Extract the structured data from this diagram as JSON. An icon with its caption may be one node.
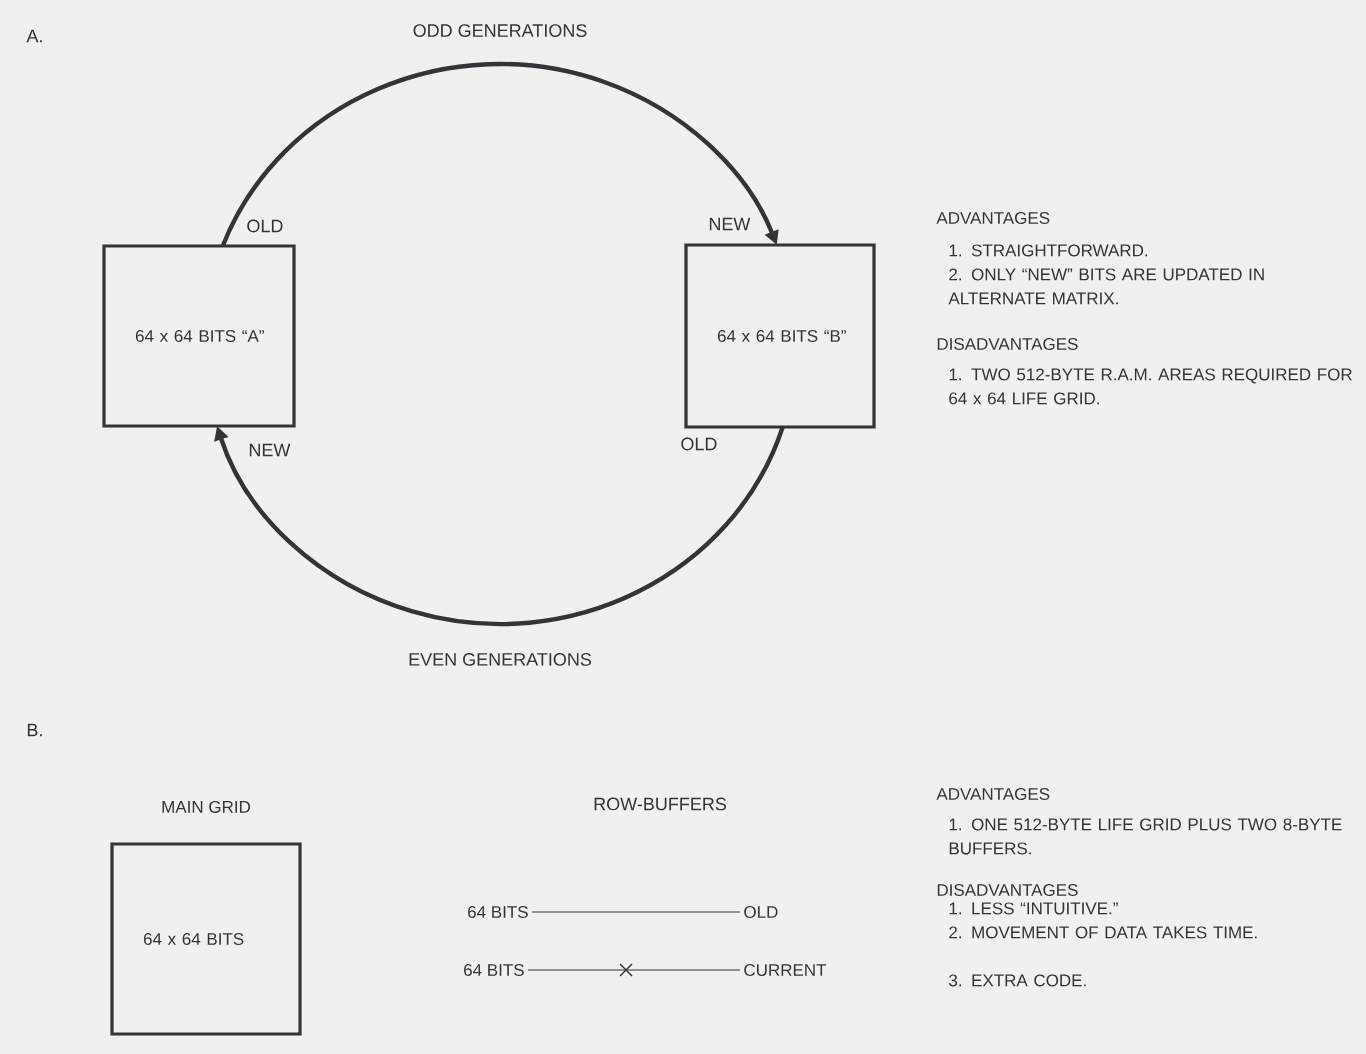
{
  "diagram": {
    "nodes": [
      {
        "text": [
          "64 x 64 BITS “A”"
        ]
      },
      {
        "text": [
          "64 x 64 BITS “B”"
        ]
      },
      {
        "text": [
          "MAIN GRID",
          "64 x 64 BITS"
        ]
      },
      {
        "text": [
          "64 BITS"
        ]
      },
      {
        "text": [
          "OLD"
        ]
      },
      {
        "text": [
          "64 BITS"
        ]
      },
      {
        "text": [
          "CURRENT"
        ]
      }
    ],
    "edges": [
      {
        "from": 0,
        "to": 1,
        "arrow": "to",
        "label": "ODD GENERATIONS",
        "style": "thick"
      },
      {
        "from": 1,
        "to": 0,
        "arrow": "to",
        "label": "EVEN GENERATIONS",
        "style": "thick"
      },
      {
        "from": 3,
        "to": 4,
        "arrow": "none"
      },
      {
        "from": 5,
        "to": 6,
        "arrow": "none"
      }
    ],
    "labels": [
      "A.",
      "OLD",
      "NEW",
      "NEW",
      "OLD",
      "ADVANTAGES",
      "1. STRAIGHTFORWARD.",
      "2. ONLY “NEW” BITS ARE UPDATED IN ALTERNATE MATRIX.",
      "DISADVANTAGES",
      "1. TWO 512-BYTE R.A.M. AREAS REQUIRED FOR 64 x 64 LIFE GRID.",
      "B.",
      "ROW-BUFFERS",
      "ADVANTAGES",
      "1. ONE 512-BYTE LIFE GRID PLUS TWO 8-BYTE BUFFERS.",
      "DISADVANTAGES",
      "1. LESS “INTUITIVE.”",
      "2. MOVEMENT OF DATA TAKES TIME.",
      "3. EXTRA CODE."
    ]
  }
}
